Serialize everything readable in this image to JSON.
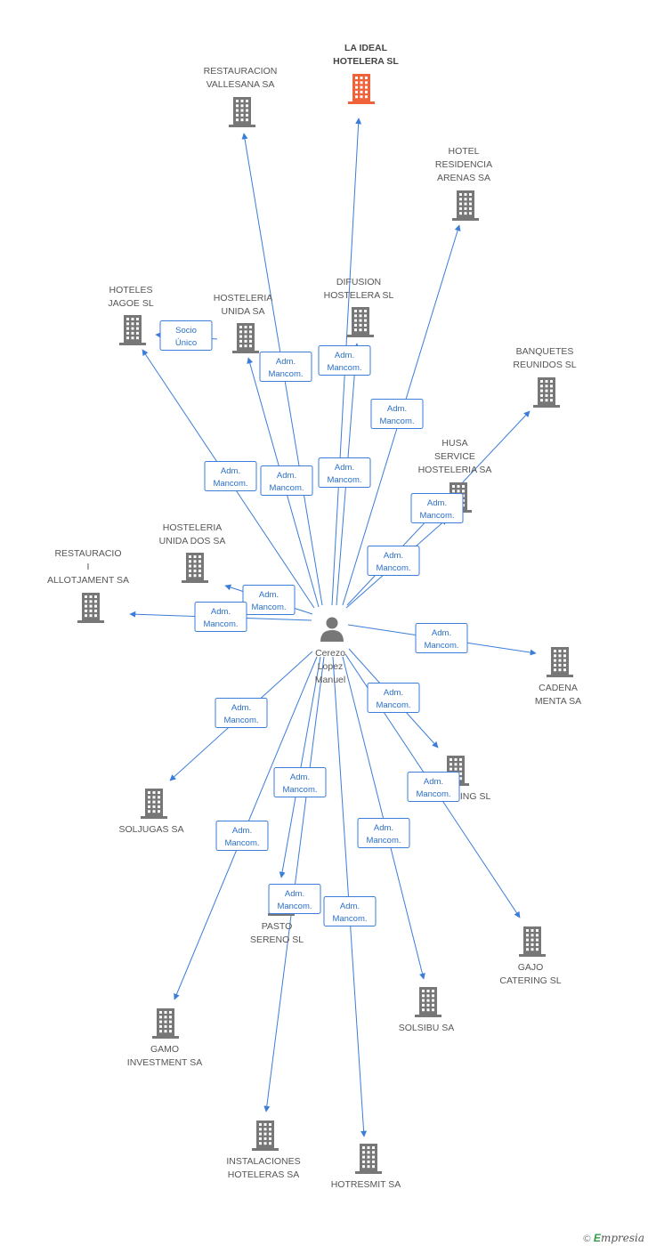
{
  "colors": {
    "edge": "#3b7dd8",
    "building": "#777777",
    "building_highlight": "#f0623a",
    "person": "#777777"
  },
  "center": {
    "label": [
      "Cerezo",
      "Lopez",
      "Manuel"
    ],
    "icon": "person-icon"
  },
  "nodes": [
    {
      "id": "la-ideal-hotelera-sl",
      "label": [
        "LA IDEAL",
        "HOTELERA SL"
      ],
      "highlight": true,
      "icon": "building-icon"
    },
    {
      "id": "restauracion-vallesana-sa",
      "label": [
        "RESTAURACION",
        "VALLESANA SA"
      ],
      "icon": "building-icon"
    },
    {
      "id": "hotel-residencia-arenas-sa",
      "label": [
        "HOTEL",
        "RESIDENCIA",
        "ARENAS SA"
      ],
      "icon": "building-icon"
    },
    {
      "id": "difusion-hotelera-sl",
      "label": [
        "DIFUSION",
        "HOSTELERA SL"
      ],
      "icon": "building-icon"
    },
    {
      "id": "hosteleria-unida-sa",
      "label": [
        "HOSTELERIA",
        "UNIDA SA"
      ],
      "icon": "building-icon"
    },
    {
      "id": "hoteles-jagoe-sl",
      "label": [
        "HOTELES",
        "JAGOE  SL"
      ],
      "icon": "building-icon"
    },
    {
      "id": "banquetes-reunidos-sl",
      "label": [
        "BANQUETES",
        "REUNIDOS SL"
      ],
      "icon": "building-icon"
    },
    {
      "id": "husa-service-hosteleria-sa",
      "label": [
        "HUSA",
        "SERVICE",
        "HOSTELERIA SA"
      ],
      "icon": "building-icon"
    },
    {
      "id": "hosteleria-unida-dos-sa",
      "label": [
        "HOSTELERIA",
        "UNIDA DOS SA"
      ],
      "icon": "building-icon"
    },
    {
      "id": "restauracio-i-allotjament-sa",
      "label": [
        "RESTAURACIO",
        "I",
        "ALLOTJAMENT SA"
      ],
      "icon": "building-icon"
    },
    {
      "id": "cadena-menta-sa",
      "label": [
        "CADENA",
        "MENTA SA"
      ],
      "icon": "building-icon"
    },
    {
      "id": "el-catering-sl",
      "label": [
        "EL CATERING SL"
      ],
      "icon": "building-icon"
    },
    {
      "id": "soljugas-sa",
      "label": [
        "SOLJUGAS SA"
      ],
      "icon": "building-icon"
    },
    {
      "id": "gajo-catering-sl",
      "label": [
        "GAJO",
        "CATERING SL"
      ],
      "icon": "building-icon"
    },
    {
      "id": "pasto-sereno-sl",
      "label": [
        "PASTO",
        "SERENO SL"
      ],
      "icon": "building-icon"
    },
    {
      "id": "solsibu-sa",
      "label": [
        "SOLSIBU SA"
      ],
      "icon": "building-icon"
    },
    {
      "id": "gamo-investment-sa",
      "label": [
        "GAMO",
        "INVESTMENT SA"
      ],
      "icon": "building-icon"
    },
    {
      "id": "instalaciones-hoteleras-sa",
      "label": [
        "INSTALACIONES",
        "HOTELERAS SA"
      ],
      "icon": "building-icon"
    },
    {
      "id": "hotresmit-sa",
      "label": [
        "HOTRESMIT SA"
      ],
      "icon": "building-icon"
    }
  ],
  "edges": [
    {
      "from": "center",
      "to": "la-ideal-hotelera-sl",
      "label": [
        "Adm.",
        "Mancom."
      ]
    },
    {
      "from": "center",
      "to": "restauracion-vallesana-sa",
      "label": [
        "Adm.",
        "Mancom."
      ]
    },
    {
      "from": "center",
      "to": "hotel-residencia-arenas-sa",
      "label": [
        "Adm.",
        "Mancom."
      ]
    },
    {
      "from": "center",
      "to": "difusion-hotelera-sl",
      "label": [
        "Adm.",
        "Mancom."
      ]
    },
    {
      "from": "center",
      "to": "hosteleria-unida-sa",
      "label": [
        "Adm.",
        "Mancom."
      ]
    },
    {
      "from": "hosteleria-unida-sa",
      "to": "hoteles-jagoe-sl",
      "label": [
        "Socio",
        "Único"
      ]
    },
    {
      "from": "center",
      "to": "hoteles-jagoe-sl",
      "label": [
        "Adm.",
        "Mancom."
      ]
    },
    {
      "from": "center",
      "to": "banquetes-reunidos-sl",
      "label": [
        "Adm.",
        "Mancom."
      ]
    },
    {
      "from": "center",
      "to": "husa-service-hosteleria-sa",
      "label": [
        "Adm.",
        "Mancom."
      ]
    },
    {
      "from": "center",
      "to": "hosteleria-unida-dos-sa",
      "label": [
        "Adm.",
        "Mancom."
      ]
    },
    {
      "from": "center",
      "to": "restauracio-i-allotjament-sa",
      "label": [
        "Adm.",
        "Mancom."
      ]
    },
    {
      "from": "center",
      "to": "cadena-menta-sa",
      "label": [
        "Adm.",
        "Mancom."
      ]
    },
    {
      "from": "center",
      "to": "el-catering-sl",
      "label": [
        "Adm.",
        "Mancom."
      ]
    },
    {
      "from": "center",
      "to": "soljugas-sa",
      "label": [
        "Adm.",
        "Mancom."
      ]
    },
    {
      "from": "center",
      "to": "gajo-catering-sl",
      "label": [
        "Adm.",
        "Mancom."
      ]
    },
    {
      "from": "center",
      "to": "pasto-sereno-sl",
      "label": [
        "Adm.",
        "Mancom."
      ]
    },
    {
      "from": "center",
      "to": "solsibu-sa",
      "label": [
        "Adm.",
        "Mancom."
      ]
    },
    {
      "from": "center",
      "to": "gamo-investment-sa",
      "label": [
        "Adm.",
        "Mancom."
      ]
    },
    {
      "from": "center",
      "to": "instalaciones-hoteleras-sa",
      "label": [
        "Adm.",
        "Mancom."
      ]
    },
    {
      "from": "center",
      "to": "hotresmit-sa",
      "label": [
        "Adm.",
        "Mancom."
      ]
    }
  ],
  "footer": {
    "copyright": "©",
    "brand_initial": "E",
    "brand_rest": "mpresia"
  }
}
